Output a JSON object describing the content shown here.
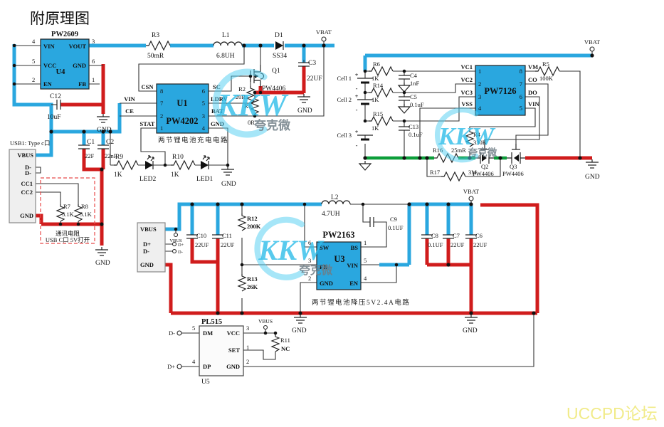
{
  "title": "附原理图",
  "nets": {
    "vbat": "VBAT",
    "vbus": "VBUS",
    "gnd": "GND"
  },
  "watermark": {
    "brand": "KKW",
    "company": "夸克微",
    "forum": "UCCPD论坛"
  },
  "colors": {
    "ic_blue": "#2aa7df",
    "wire_red": "#d01c1c",
    "wire_green": "#0d9e3a",
    "wire_black": "#333333",
    "watermark_cyan": "#41c8f0",
    "forum_yellow": "#f1eb8a",
    "dashed_red": "#e84b4b"
  },
  "charger": {
    "caption": "两节锂电池充电电路",
    "u4": {
      "part": "PW2609",
      "ref": "U4",
      "pin_vin": "VIN",
      "pin_vcc": "VCC",
      "pin_en": "EN",
      "pin_vout": "VOUT",
      "pin_gnd": "GND",
      "pin_fb": "FB",
      "n_vin": "4",
      "n_vcc": "5",
      "n_en": "2",
      "n_vout": "3",
      "n_gnd": "6",
      "n_fb": "1"
    },
    "u1": {
      "part": "PW4202",
      "ref": "U1",
      "pin_csn": "CSN",
      "pin_vin": "VIN",
      "pin_ce": "CE",
      "pin_stat": "STAT",
      "pin_sc": "SC",
      "pin_ldrv": "LDRV",
      "pin_bat": "BAT",
      "pin_gnd": "GND",
      "n_csn": "8",
      "n_vin": "7",
      "n_ce": "2",
      "n_stat": "1",
      "n_sc": "6",
      "n_ldrv": "5",
      "n_bat": "3",
      "n_gnd": "4"
    },
    "r3": {
      "ref": "R3",
      "val": "50mR"
    },
    "l1": {
      "ref": "L1",
      "val": "6.8UH"
    },
    "d1": {
      "ref": "D1",
      "val": "SS34"
    },
    "q1": {
      "ref": "Q1",
      "val": "PW4406"
    },
    "c3": {
      "ref": "C3",
      "val": "22UF"
    },
    "c12": {
      "ref": "C12",
      "val": "10uF"
    },
    "c1": {
      "ref": "C1",
      "val": "22F"
    },
    "c2": {
      "ref": "C2",
      "val": "22nF"
    },
    "r2": {
      "ref": "R2",
      "val": "20R"
    },
    "r1": {
      "ref": "R1",
      "val": "0R"
    },
    "r9": {
      "ref": "R9",
      "val": "1K"
    },
    "r10": {
      "ref": "R10",
      "val": "1K"
    },
    "led2": "LED2",
    "led1": "LED1"
  },
  "usb": {
    "title": "USB1: Type c口",
    "p_vbus": "VBUS",
    "p_dm1": "D-",
    "p_dm2": "D-",
    "p_cc1": "CC1",
    "p_cc2": "CC2",
    "p_gnd": "GND",
    "r7": {
      "ref": "R7",
      "val": "5.1K"
    },
    "r8": {
      "ref": "R8",
      "val": "5.1K"
    },
    "note1": "通讯电阻",
    "note2": "USB C口 5V打开"
  },
  "protection": {
    "u2": {
      "part": "PW7126",
      "pin_vc1": "VC1",
      "pin_vc2": "VC2",
      "pin_vc3": "VC3",
      "pin_vss": "VSS",
      "pin_vm": "VM",
      "pin_co": "CO",
      "pin_do": "DO",
      "pin_vin": "VIN",
      "n_vc1": "1",
      "n_vc2": "2",
      "n_vc3": "3",
      "n_vss": "4",
      "n_vm": "8",
      "n_co": "7",
      "n_do": "6",
      "n_vin": "5"
    },
    "cell1": "Cell 1",
    "cell2": "Cell 2",
    "cell3": "Cell 3",
    "plus": "+",
    "minus": "-",
    "r6": {
      "ref": "R6",
      "val": "1K"
    },
    "r14": {
      "ref": "R14",
      "val": "1K"
    },
    "r15": {
      "ref": "R15",
      "val": "1K"
    },
    "c4": {
      "ref": "C4",
      "val": "1nF"
    },
    "c5": {
      "ref": "C5",
      "val": "0.1uF"
    },
    "c13": {
      "ref": "C13",
      "val": "0.1uF"
    },
    "r5": {
      "ref": "R5",
      "val": "100K"
    },
    "r4": {
      "ref": "R4",
      "val": "330K"
    },
    "r16": {
      "ref": "R16",
      "val": "25mR"
    },
    "r17": {
      "ref": "R17",
      "val": "3M"
    },
    "q2": {
      "ref": "Q2",
      "val": "PW4406"
    },
    "q3": {
      "ref": "Q3",
      "val": "PW4406"
    }
  },
  "buck": {
    "caption": "两节锂电池降压5V2.4A电路",
    "u3": {
      "part": "PW2163",
      "ref": "U3",
      "pin_sw": "SW",
      "pin_fb": "FB",
      "pin_gnd": "GND",
      "pin_bs": "BS",
      "pin_vin": "VIN",
      "pin_en": "EN",
      "n_sw": "6",
      "n_fb": "3",
      "n_gnd": "2",
      "n_bs": "1",
      "n_vin": "5",
      "n_en": "4"
    },
    "conn": {
      "p_vbus": "VBUS",
      "p_dp": "D+",
      "p_dm": "D-",
      "p_gnd": "GND",
      "s_dp": "D+",
      "s_dm": "D-"
    },
    "l2": {
      "ref": "L2",
      "val": "4.7UH"
    },
    "c9": {
      "ref": "C9",
      "val": "0.1UF"
    },
    "c10": {
      "ref": "C10",
      "val": "22UF"
    },
    "c11": {
      "ref": "C11",
      "val": "22UF"
    },
    "r12": {
      "ref": "R12",
      "val": "200K"
    },
    "r13": {
      "ref": "R13",
      "val": "26K"
    },
    "c8": {
      "ref": "C8",
      "val": "0.1UF"
    },
    "c7": {
      "ref": "C7",
      "val": "22UF"
    },
    "c6": {
      "ref": "C6",
      "val": "22UF"
    }
  },
  "usb_out": {
    "u5": {
      "part": "PL515",
      "ref": "U5",
      "pin_dm": "DM",
      "pin_dp": "DP",
      "pin_vcc": "VCC",
      "pin_set": "SET",
      "pin_gnd": "GND",
      "n_dm": "5",
      "n_dp": "4",
      "n_vcc": "3",
      "n_set": "1",
      "n_gnd": "2"
    },
    "t_dm": "D-",
    "t_dp": "D+",
    "r11": {
      "ref": "R11",
      "val": "NC"
    }
  }
}
